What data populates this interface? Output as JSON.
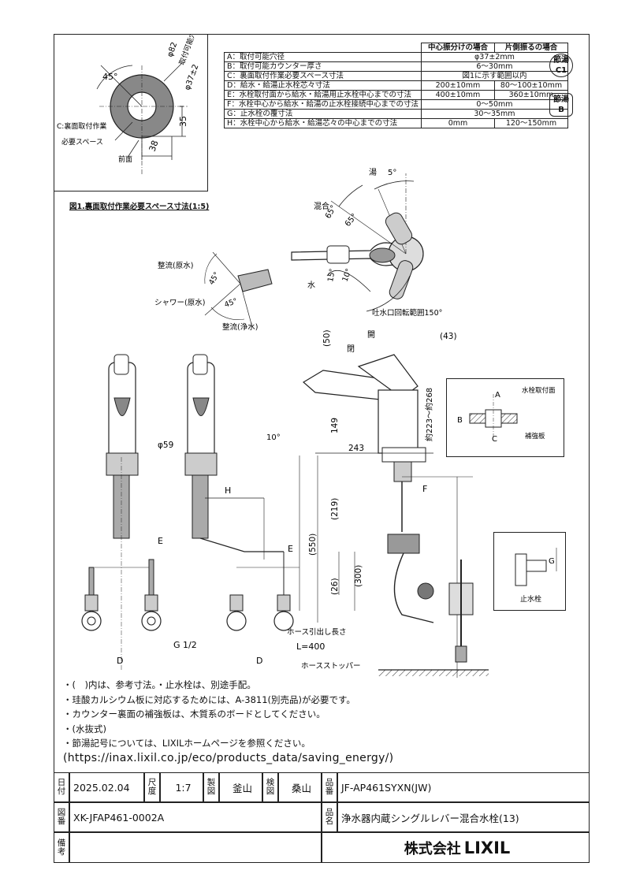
{
  "spec_table": {
    "header_center": "中心振分けの場合",
    "header_one_side": "片側振るの場合",
    "rows": [
      {
        "key": "A：取付可能穴径",
        "v1": "φ37±2mm",
        "v2": ""
      },
      {
        "key": "B：取付可能カウンター厚さ",
        "v1": "6～30mm",
        "v2": ""
      },
      {
        "key": "C：裏面取付作業必要スペース寸法",
        "v1": "図1に示す範囲以内",
        "v2": ""
      },
      {
        "key": "D：給水・給湯止水栓芯々寸法",
        "v1": "200±10mm",
        "v2": "80～100±10mm"
      },
      {
        "key": "E：水栓取付面から給水・給湯用止水栓中心までの寸法",
        "v1": "400±10mm",
        "v2": "360±10mm"
      },
      {
        "key": "F：水栓中心から給水・給湯の止水栓接続中心までの寸法",
        "v1": "0～50mm",
        "v2": ""
      },
      {
        "key": "G：止水栓の覆寸法",
        "v1": "30～35mm",
        "v2": ""
      },
      {
        "key": "H：水栓中心から給水・給湯芯々の中心までの寸法",
        "v1": "0mm",
        "v2": "120～150mm"
      }
    ]
  },
  "badges": {
    "b1_top": "節湯",
    "b1_bottom": "C1",
    "b2_top": "節湯",
    "b2_bottom": "B"
  },
  "fig1": {
    "caption": "図1.裏面取付作業必要スペース寸法(1:5)",
    "angle": "45°",
    "phi82": "φ82",
    "hole_label": "取付可能穴",
    "hole_dim": "φ37±2",
    "dim35": "35",
    "dim38": "38",
    "work_space": "C:裏面取付作業",
    "work_space2": "必要スペース",
    "front": "前面"
  },
  "top_view": {
    "yu": "湯",
    "yu_deg": "5°",
    "mix": "混合",
    "deg65a": "65°",
    "deg65b": "65°",
    "mizu": "水",
    "deg15": "15°",
    "deg10": "10°",
    "spout": "吐水口回転範囲150°"
  },
  "spray": {
    "s1": "整流(原水)",
    "s2": "シャワー(原水)",
    "s3": "整流(浄水)",
    "deg1": "45°",
    "deg2": "45°"
  },
  "side": {
    "open": "開",
    "close": "閉",
    "d50": "(50)",
    "d43": "(43)",
    "d10": "10°",
    "d149": "149",
    "d243": "243",
    "d268": "約223～約268",
    "d219": "(219)",
    "d550": "(550)",
    "d300": "(300)",
    "d26": "(26)",
    "phi59": "φ59",
    "H": "H",
    "E1": "E",
    "E2": "E",
    "F": "F",
    "D1": "D",
    "D2": "D",
    "G12": "G 1/2",
    "hose_len": "ホース引出し長さ",
    "hose_L": "L=400",
    "hose_stopper": "ホースストッパー"
  },
  "detail": {
    "mount_face": "水栓取付面",
    "A": "A",
    "B": "B",
    "C": "C",
    "reinforce": "補強板",
    "G": "G",
    "stop_valve": "止水栓"
  },
  "notes": [
    "・(　)内は、参考寸法。・止水栓は、別途手配。",
    "・珪酸カルシウム板に対応するためには、A-3811(別売品)が必要です。",
    "・カウンター裏面の補強板は、木質系のボードとしてください。",
    "・(水抜式)",
    "・節湯記号については、LIXILホームページを参照ください。"
  ],
  "note_url": "(https://inax.lixil.co.jp/eco/products_data/saving_energy/)",
  "title_block": {
    "date_label": "日付",
    "date": "2025.02.04",
    "scale_label": "尺度",
    "scale": "1:7",
    "draw_label": "製図",
    "drawer": "釜山",
    "check_label": "検図",
    "checker": "桑山",
    "part_label": "品番",
    "part_no": "JF-AP461SYXN(JW)",
    "dwg_label": "図番",
    "dwg_no": "XK-JFAP461-0002A",
    "name_label": "品名",
    "name": "浄水器内蔵シングルレバー混合水栓(13)",
    "remark_label": "備考",
    "company": "株式会社",
    "brand": "LIXIL"
  }
}
